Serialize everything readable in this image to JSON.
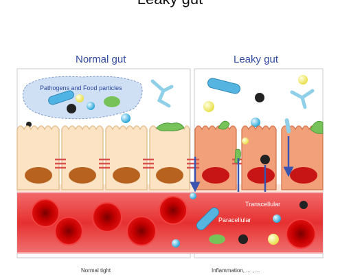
{
  "title": "Leaky gut",
  "panels": {
    "normal_title": "Normal gut",
    "leaky_title": "Leaky gut"
  },
  "labels": {
    "pathogens": "Pathogens and Food particles",
    "transcellular": "Transcellular",
    "paracellular": "Paracellular"
  },
  "captions": {
    "left": "Normal tight",
    "right": "Inflammation, ... , ..."
  },
  "colors": {
    "title_blue": "#2e4a9e",
    "cell_normal": "#fbe3c4",
    "cell_leaky": "#f2a07a",
    "nucleus_normal": "#b8621f",
    "nucleus_leaky": "#c71414",
    "blood": "#e63a3a",
    "arrow": "#3a55b0"
  }
}
